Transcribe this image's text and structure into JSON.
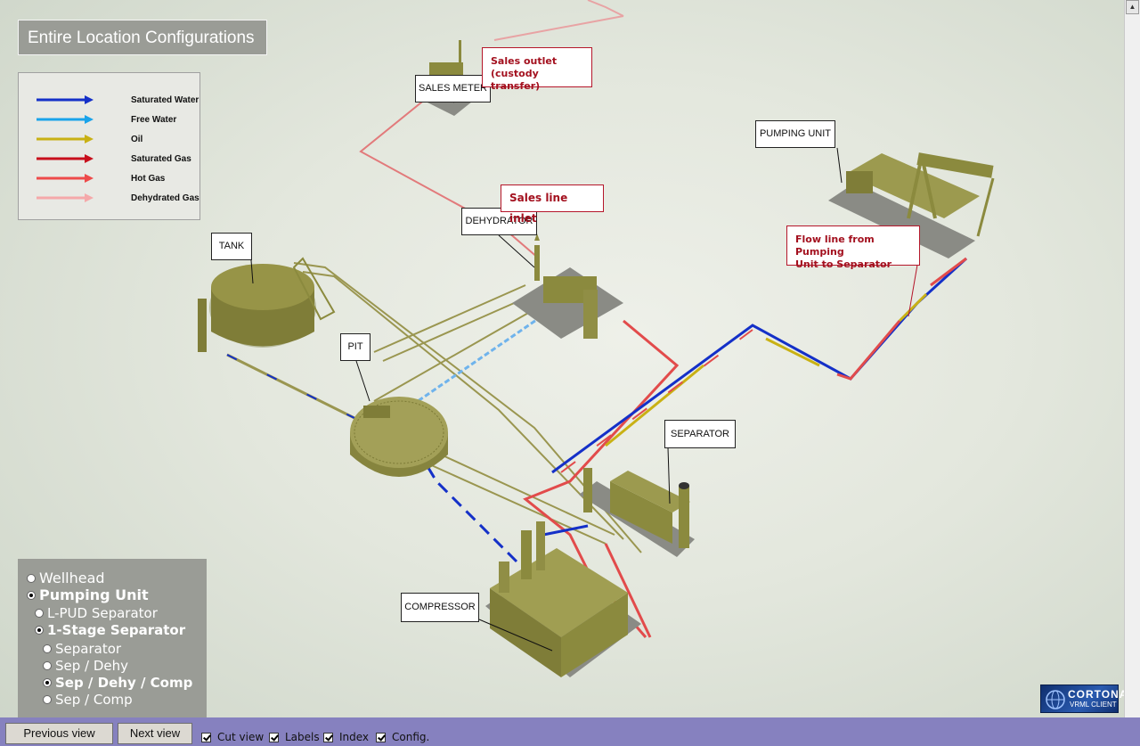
{
  "title": "Entire Location Configurations",
  "legend": [
    {
      "label": "Saturated Water",
      "color": "#1430c8"
    },
    {
      "label": "Free Water",
      "color": "#1aa3ea"
    },
    {
      "label": "Oil",
      "color": "#c9b114"
    },
    {
      "label": "Saturated Gas",
      "color": "#c80f1c"
    },
    {
      "label": "Hot Gas",
      "color": "#ee4a4a"
    },
    {
      "label": "Dehydrated Gas",
      "color": "#f5a9aa"
    }
  ],
  "labels": {
    "sales_meter": "SALES METER",
    "pumping_unit": "PUMPING UNIT",
    "dehydrator": "DEHYDRATOR",
    "tank": "TANK",
    "pit": "PIT",
    "separator": "SEPARATOR",
    "compressor": "COMPRESSOR"
  },
  "callouts": {
    "sales_outlet_1": "Sales outlet",
    "sales_outlet_2": "(custody transfer)",
    "sales_line_inlet": "Sales line inlet",
    "flow_line_1": "Flow line from Pumping",
    "flow_line_2": "Unit to Separator"
  },
  "nav": {
    "wellhead": "Wellhead",
    "pumping_unit": "Pumping Unit",
    "lpud_separator": "L-PUD Separator",
    "one_stage_separator": "1-Stage Separator",
    "separator": "Separator",
    "sep_dehy": "Sep / Dehy",
    "sep_dehy_comp": "Sep / Dehy / Comp",
    "sep_comp": "Sep / Comp"
  },
  "toolbar": {
    "previous_view": "Previous view",
    "next_view": "Next view",
    "cut_view": "Cut view",
    "labels": "Labels",
    "index": "Index",
    "config": "Config."
  },
  "brand": {
    "line1": "CORTONA",
    "line2": "VRML CLIENT"
  },
  "colors": {
    "equipment": "#8b8a3e",
    "panel": "#9a9c96",
    "toolbar": "#8681bf"
  }
}
